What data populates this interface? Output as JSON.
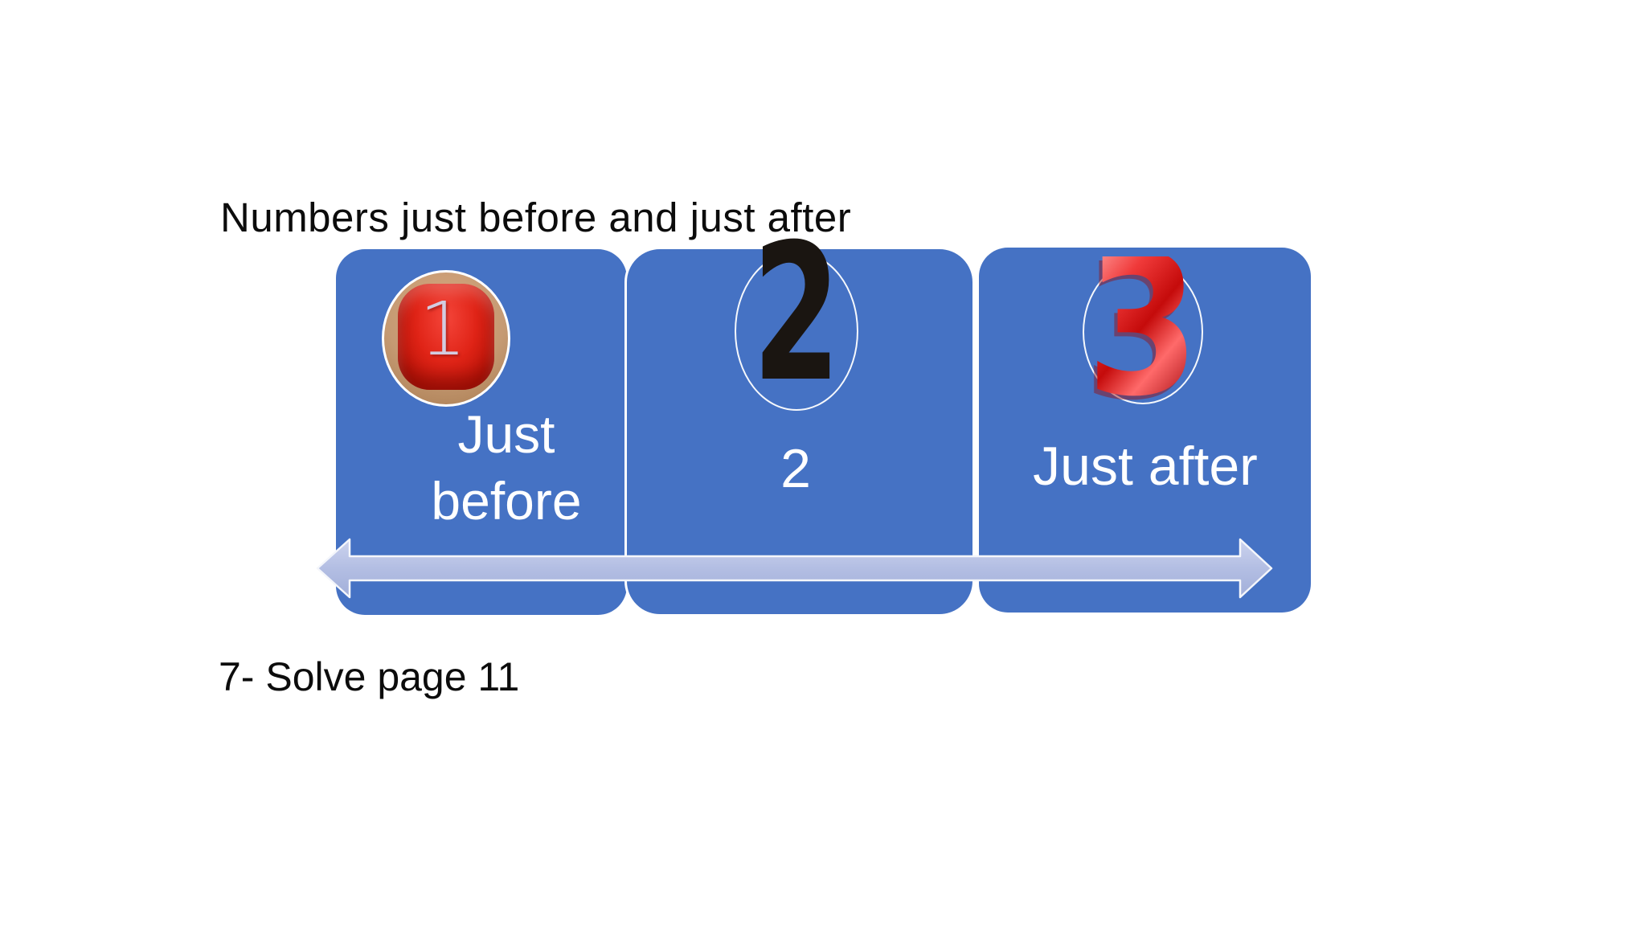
{
  "slide": {
    "title": "Numbers just before and just after",
    "footer_note": "7- Solve page 11"
  },
  "cards": [
    {
      "digit": "1",
      "label": "Just before"
    },
    {
      "digit": "2",
      "label": "2"
    },
    {
      "digit": "3",
      "label": "Just after"
    }
  ],
  "arrow": {
    "kind": "double-headed-horizontal"
  },
  "colors": {
    "card_blue": "#4572c4",
    "arrow_lavender": "#b3bee3",
    "label_white": "#ffffff",
    "button_red": "#d8251a",
    "ring_tan": "#c59a73",
    "digit3_red": "#d61212",
    "text_black": "#0c0c0c"
  }
}
